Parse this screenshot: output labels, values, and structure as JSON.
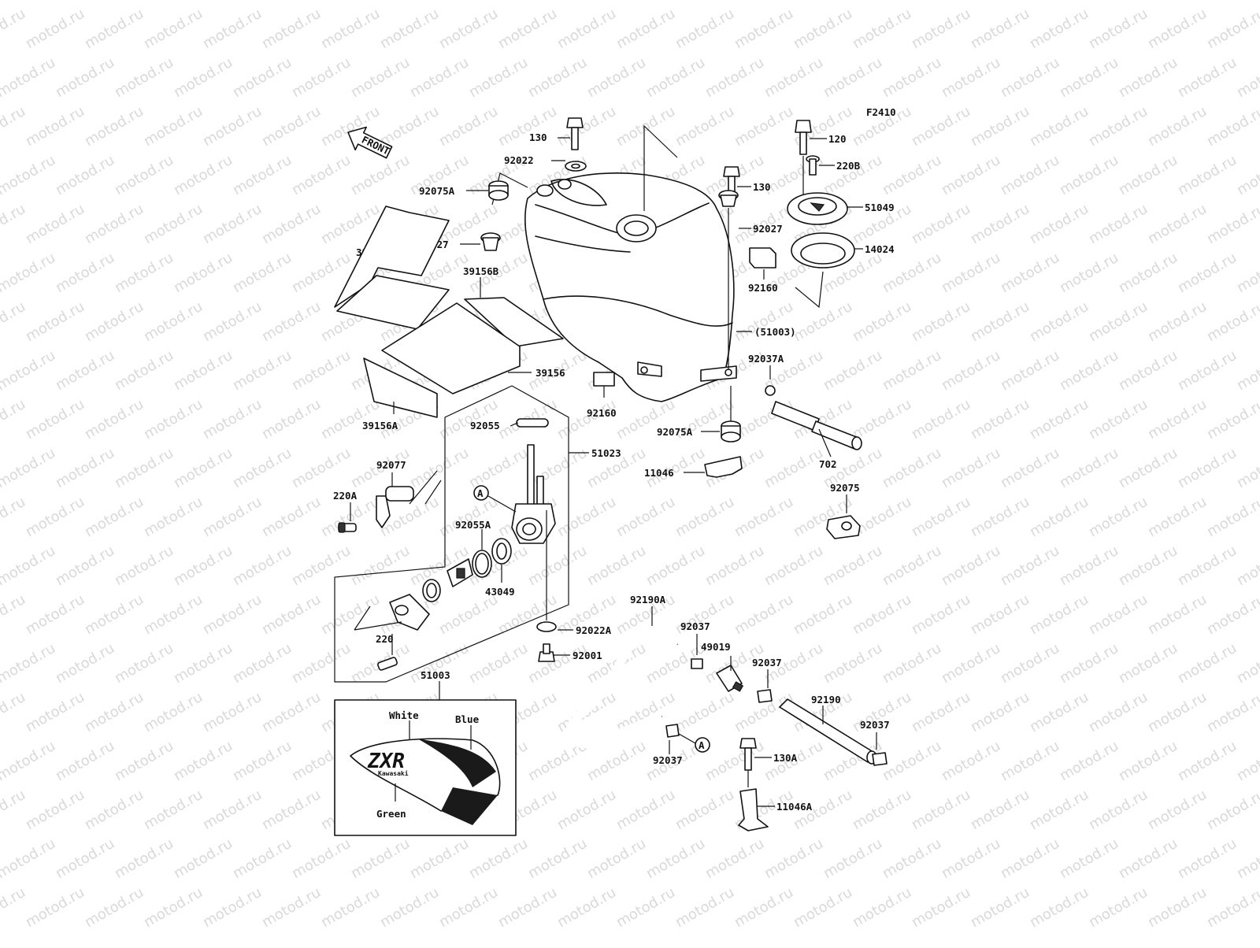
{
  "diagram": {
    "code": "F2410",
    "watermark": "motod.ru",
    "front_arrow": "FRONT",
    "labels": {
      "p130_top": "130",
      "p92022": "92022",
      "p92075A_left": "92075A",
      "p92027_left": "92027",
      "p39156C": "39156C",
      "p39156B": "39156B",
      "p39156": "39156",
      "p39156A": "39156A",
      "p92055": "92055",
      "p51023": "51023",
      "p92077": "92077",
      "p220A": "220A",
      "pA_top": "A",
      "p92055A": "92055A",
      "p43049": "43049",
      "p220": "220",
      "p92022A": "92022A",
      "p92001": "92001",
      "p51003": "51003",
      "pWhite": "White",
      "pBlue": "Blue",
      "pGreen": "Green",
      "p92160_low": "92160",
      "p11046": "11046",
      "p92075A_right": "92075A",
      "p130_mid": "130",
      "p92027_right": "92027",
      "p92160_high": "92160",
      "p51003_paren": "(51003)",
      "p92037A": "92037A",
      "p702": "702",
      "p92075": "92075",
      "p120": "120",
      "p220B": "220B",
      "p51049": "51049",
      "p14024": "14024",
      "p92190A": "92190A",
      "p92037_a": "92037",
      "p49019": "49019",
      "p92037_b": "92037",
      "p92190": "92190",
      "p92037_c": "92037",
      "p92037_d": "92037",
      "pA_bottom": "A",
      "p130A": "130A",
      "p11046A": "11046A"
    },
    "decal_text": "ZXR",
    "decal_subtext": "Kawasaki",
    "colors": {
      "ink": "#111111",
      "watermark": "#d9d9d9",
      "decal_dark": "#1a1a1a"
    }
  }
}
